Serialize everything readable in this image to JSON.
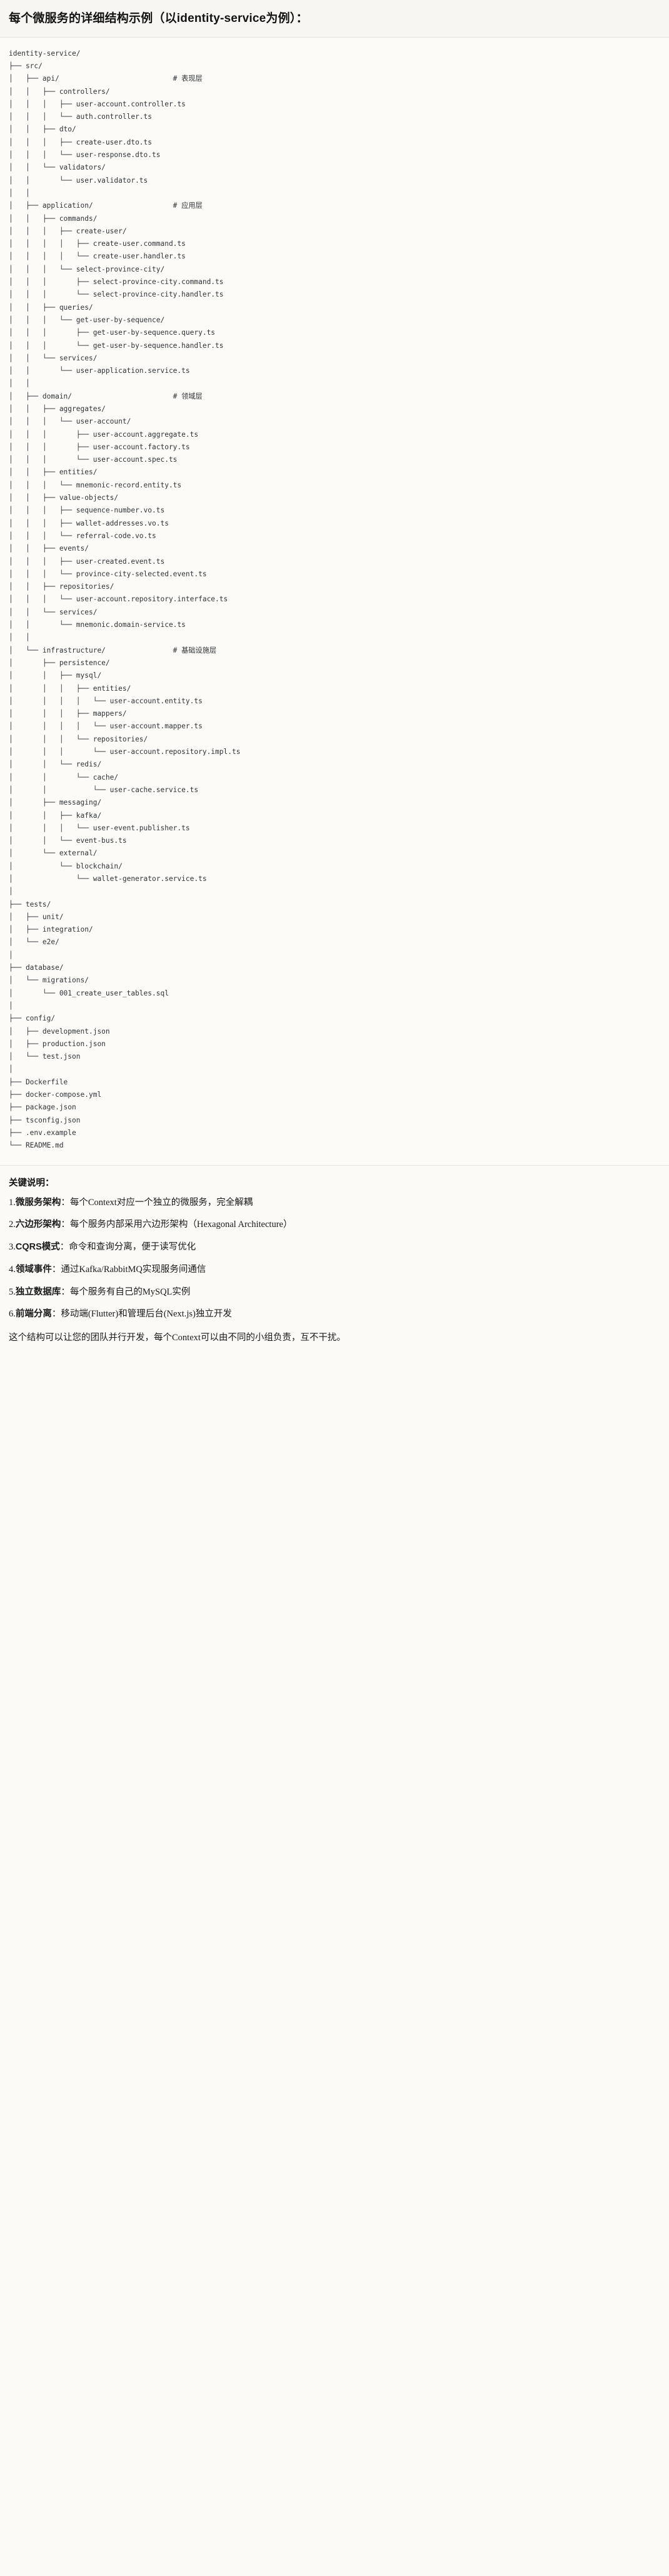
{
  "header": {
    "title_prefix": "每个微服务的详细结构示例",
    "title_paren": "（以identity-service为例）：",
    "full_title": "每个微服务的详细结构示例（以identity-service为例）："
  },
  "tree": {
    "root": "identity-service/",
    "comments": {
      "api": "# 表现层",
      "application": "# 应用层",
      "domain": "# 领域层",
      "infrastructure": "# 基础设施层"
    },
    "text": "identity-service/\n├── src/\n│   ├── api/                           # 表现层\n│   │   ├── controllers/\n│   │   │   ├── user-account.controller.ts\n│   │   │   └── auth.controller.ts\n│   │   ├── dto/\n│   │   │   ├── create-user.dto.ts\n│   │   │   └── user-response.dto.ts\n│   │   └── validators/\n│   │       └── user.validator.ts\n│   │\n│   ├── application/                   # 应用层\n│   │   ├── commands/\n│   │   │   ├── create-user/\n│   │   │   │   ├── create-user.command.ts\n│   │   │   │   └── create-user.handler.ts\n│   │   │   └── select-province-city/\n│   │   │       ├── select-province-city.command.ts\n│   │   │       └── select-province-city.handler.ts\n│   │   ├── queries/\n│   │   │   └── get-user-by-sequence/\n│   │   │       ├── get-user-by-sequence.query.ts\n│   │   │       └── get-user-by-sequence.handler.ts\n│   │   └── services/\n│   │       └── user-application.service.ts\n│   │\n│   ├── domain/                        # 领域层\n│   │   ├── aggregates/\n│   │   │   └── user-account/\n│   │   │       ├── user-account.aggregate.ts\n│   │   │       ├── user-account.factory.ts\n│   │   │       └── user-account.spec.ts\n│   │   ├── entities/\n│   │   │   └── mnemonic-record.entity.ts\n│   │   ├── value-objects/\n│   │   │   ├── sequence-number.vo.ts\n│   │   │   ├── wallet-addresses.vo.ts\n│   │   │   └── referral-code.vo.ts\n│   │   ├── events/\n│   │   │   ├── user-created.event.ts\n│   │   │   └── province-city-selected.event.ts\n│   │   ├── repositories/\n│   │   │   └── user-account.repository.interface.ts\n│   │   └── services/\n│   │       └── mnemonic.domain-service.ts\n│   │\n│   └── infrastructure/                # 基础设施层\n│       ├── persistence/\n│       │   ├── mysql/\n│       │   │   ├── entities/\n│       │   │   │   └── user-account.entity.ts\n│       │   │   ├── mappers/\n│       │   │   │   └── user-account.mapper.ts\n│       │   │   └── repositories/\n│       │   │       └── user-account.repository.impl.ts\n│       │   └── redis/\n│       │       └── cache/\n│       │           └── user-cache.service.ts\n│       ├── messaging/\n│       │   ├── kafka/\n│       │   │   └── user-event.publisher.ts\n│       │   └── event-bus.ts\n│       └── external/\n│           └── blockchain/\n│               └── wallet-generator.service.ts\n│\n├── tests/\n│   ├── unit/\n│   ├── integration/\n│   └── e2e/\n│\n├── database/\n│   └── migrations/\n│       └── 001_create_user_tables.sql\n│\n├── config/\n│   ├── development.json\n│   ├── production.json\n│   └── test.json\n│\n├── Dockerfile\n├── docker-compose.yml\n├── package.json\n├── tsconfig.json\n├── .env.example\n└── README.md"
  },
  "notes": {
    "title": "关键说明：",
    "items": [
      {
        "num": "1.",
        "label": "微服务架构",
        "sep": "：",
        "text": "每个Context对应一个独立的微服务，完全解耦"
      },
      {
        "num": "2.",
        "label": "六边形架构",
        "sep": "：",
        "text": "每个服务内部采用六边形架构（Hexagonal Architecture）"
      },
      {
        "num": "3.",
        "label": "CQRS模式",
        "sep": "：",
        "text": "命令和查询分离，便于读写优化"
      },
      {
        "num": "4.",
        "label": "领域事件",
        "sep": "：",
        "text": "通过Kafka/RabbitMQ实现服务间通信"
      },
      {
        "num": "5.",
        "label": "独立数据库",
        "sep": "：",
        "text": "每个服务有自己的MySQL实例"
      },
      {
        "num": "6.",
        "label": "前端分离",
        "sep": "：",
        "text": "移动端(Flutter)和管理后台(Next.js)独立开发"
      }
    ],
    "closing": "这个结构可以让您的团队并行开发，每个Context可以由不同的小组负责，互不干扰。"
  },
  "colors": {
    "page_bg": "#fbfaf7",
    "header_bg": "#f7f6f2",
    "tree_bg": "#fcfbf8",
    "text": "#1a1a1a",
    "mono_text": "#2f3336",
    "rule": "#e2e0da"
  }
}
